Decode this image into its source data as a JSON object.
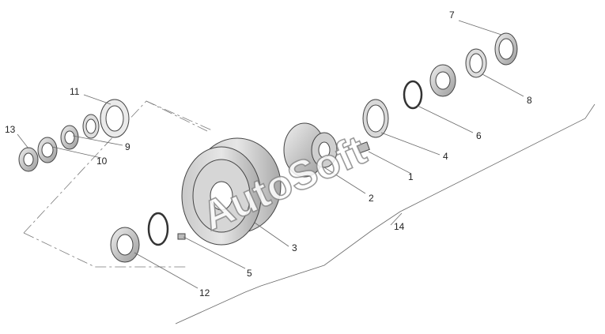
{
  "watermark": "AutoSoft",
  "callouts": [
    {
      "id": "1",
      "text": "1"
    },
    {
      "id": "2",
      "text": "2"
    },
    {
      "id": "3",
      "text": "3"
    },
    {
      "id": "4",
      "text": "4"
    },
    {
      "id": "5",
      "text": "5"
    },
    {
      "id": "6",
      "text": "6"
    },
    {
      "id": "7",
      "text": "7"
    },
    {
      "id": "8",
      "text": "8"
    },
    {
      "id": "9",
      "text": "9"
    },
    {
      "id": "10",
      "text": "10"
    },
    {
      "id": "11",
      "text": "11"
    },
    {
      "id": "12",
      "text": "12"
    },
    {
      "id": "13",
      "text": "13"
    },
    {
      "id": "14",
      "text": "14"
    }
  ]
}
